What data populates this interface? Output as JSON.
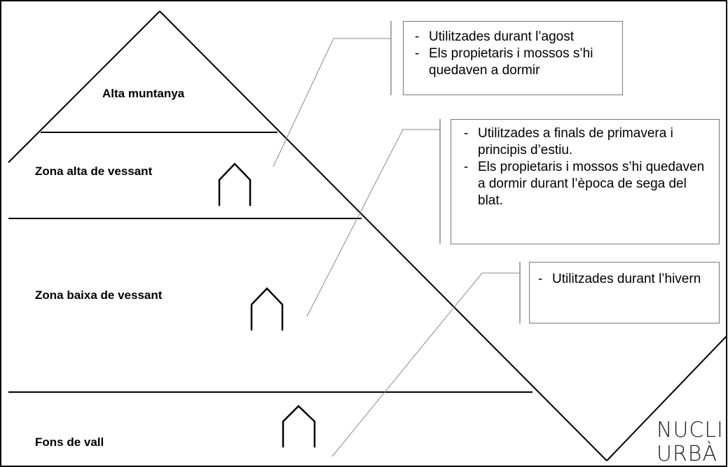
{
  "zones": {
    "alta_muntanya": "Alta muntanya",
    "zona_alta": "Zona alta de vessant",
    "zona_baixa": "Zona baixa de vessant",
    "fons_vall": "Fons de vall"
  },
  "boxes": {
    "agost": [
      "Utilitzades durant l’agost",
      "Els propietaris i mossos s’hi quedaven a dormir"
    ],
    "primavera": [
      "Utilitzades a finals de primavera i principis d’estiu.",
      "Els propietaris i mossos s’hi quedaven a dormir durant l’època de sega del blat."
    ],
    "hivern": [
      "Utilitzades durant l’hivern"
    ]
  },
  "nucli": {
    "line1": "NUCLI",
    "line2": "URBÀ"
  },
  "icons": [
    "house-icon"
  ]
}
